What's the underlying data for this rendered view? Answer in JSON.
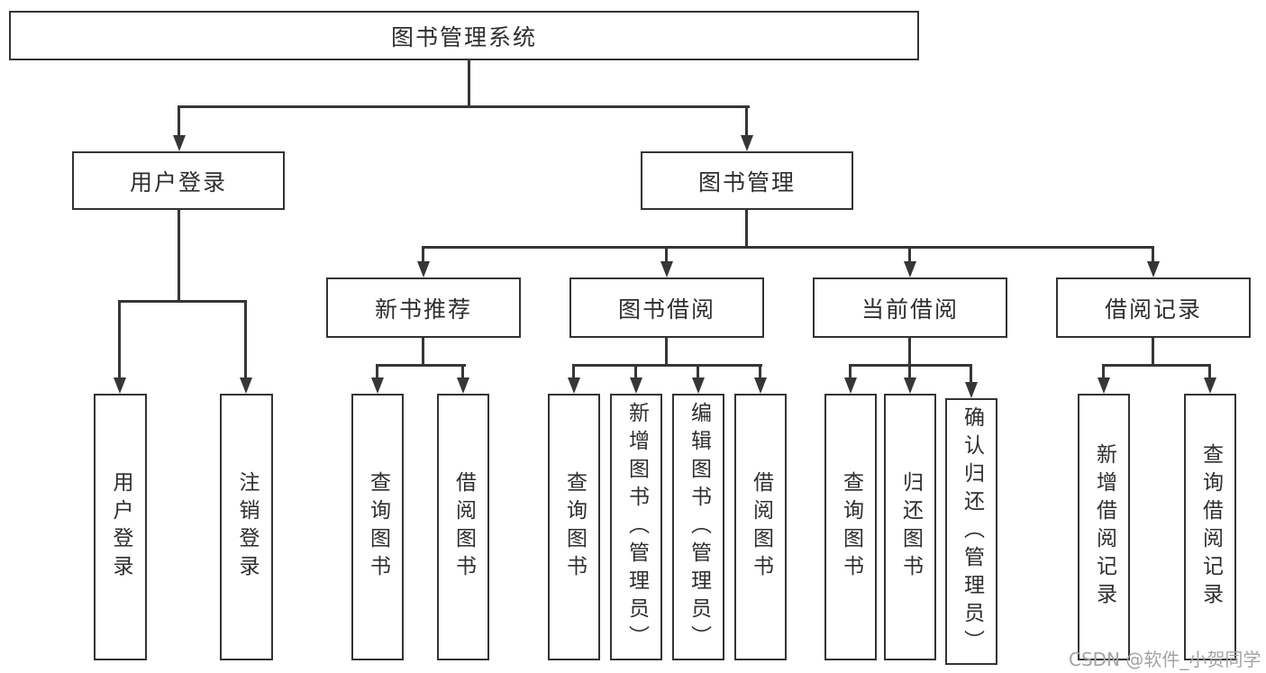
{
  "diagram": {
    "root": {
      "label": "图书管理系统"
    },
    "level2": [
      {
        "label": "用户登录"
      },
      {
        "label": "图书管理"
      }
    ],
    "level3": [
      {
        "label": "新书推荐"
      },
      {
        "label": "图书借阅"
      },
      {
        "label": "当前借阅"
      },
      {
        "label": "借阅记录"
      }
    ],
    "leaves": {
      "user": [
        "用户登录",
        "注销登录"
      ],
      "newbook": [
        "查询图书",
        "借阅图书"
      ],
      "borrow": [
        "查询图书",
        "新增图书（管理员）",
        "编辑图书（管理员）",
        "借阅图书"
      ],
      "current": [
        "查询图书",
        "归还图书",
        "确认归还（管理员）"
      ],
      "records": [
        "新增借阅记录",
        "查询借阅记录"
      ]
    }
  },
  "watermark": "CSDN @软件_小贺同学",
  "colors": {
    "line": "#363636",
    "border": "#333333",
    "text": "#2e2e2e",
    "watermark": "#a3a3a3"
  }
}
